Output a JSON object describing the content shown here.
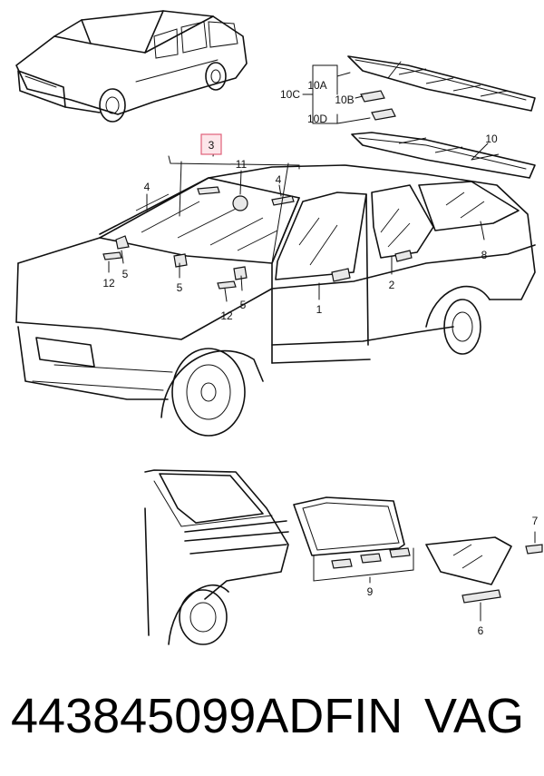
{
  "callouts": {
    "c1": "1",
    "c2": "2",
    "c3": "3",
    "c4a": "4",
    "c4b": "4",
    "c5a": "5",
    "c5b": "5",
    "c5c": "5",
    "c6": "6",
    "c7": "7",
    "c8": "8",
    "c9": "9",
    "c10": "10",
    "c10a": "10A",
    "c10b": "10B",
    "c10c": "10C",
    "c10d": "10D",
    "c11": "11",
    "c12a": "12",
    "c12b": "12"
  },
  "footer": {
    "part_number": "443845099ADFIN",
    "brand": "VAG"
  },
  "colors": {
    "highlight": "#e0607a",
    "line": "#111111"
  }
}
